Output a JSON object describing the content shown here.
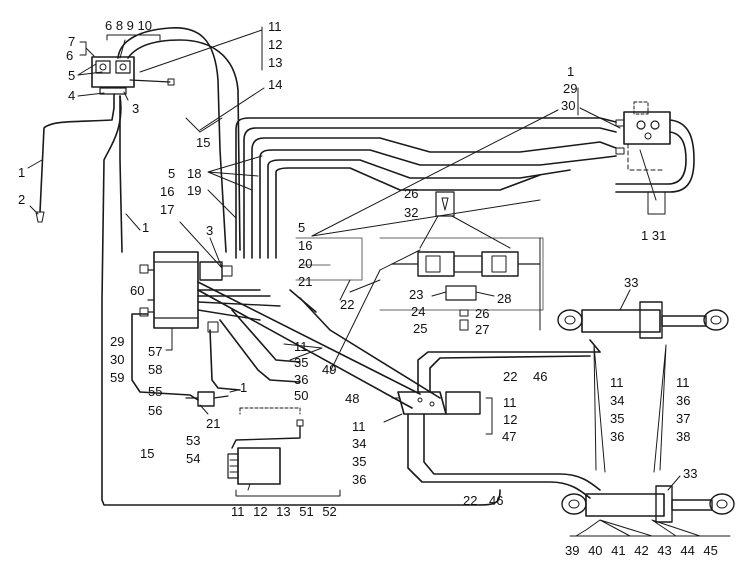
{
  "callouts": {
    "c1": "6 8 9 10",
    "c2": "7",
    "c3": "6",
    "c4": "5",
    "c5": "4",
    "c6": "3",
    "c7": "11",
    "c8": "12",
    "c9": "13",
    "c10": "14",
    "c11": "15",
    "c12": "1",
    "c13": "2",
    "c14": "1",
    "c15": "1",
    "c16": "29",
    "c17": "30",
    "c18": "5",
    "c19": "16",
    "c20": "17",
    "c21": "18",
    "c22": "19",
    "c23": "3",
    "c24": "5",
    "c25": "16",
    "c26": "20",
    "c27": "21",
    "c28": "22",
    "c29": "26",
    "c30": "32",
    "c31": "1 31",
    "c32": "33",
    "c33": "23",
    "c34": "28",
    "c35": "24",
    "c36": "26",
    "c37": "25",
    "c38": "27",
    "c39": "60",
    "c40": "29",
    "c41": "30",
    "c42": "59",
    "c43": "57",
    "c44": "58",
    "c45": "11",
    "c46": "35",
    "c47": "36",
    "c48": "50",
    "c49": "49",
    "c50": "22",
    "c51": "46",
    "c52": "11",
    "c53": "34",
    "c54": "35",
    "c55": "36",
    "c56": "11",
    "c57": "36",
    "c58": "37",
    "c59": "38",
    "c60": "55",
    "c61": "56",
    "c62": "1",
    "c63": "21",
    "c64": "48",
    "c65": "11",
    "c66": "12",
    "c67": "47",
    "c68": "11",
    "c69": "34",
    "c70": "35",
    "c71": "36",
    "c72": "15",
    "c73": "53",
    "c74": "54",
    "c75": "11 12 13 51 52",
    "c76": "22",
    "c77": "46",
    "c78": "33",
    "c79": "39 40 41 42 43 44 45"
  }
}
